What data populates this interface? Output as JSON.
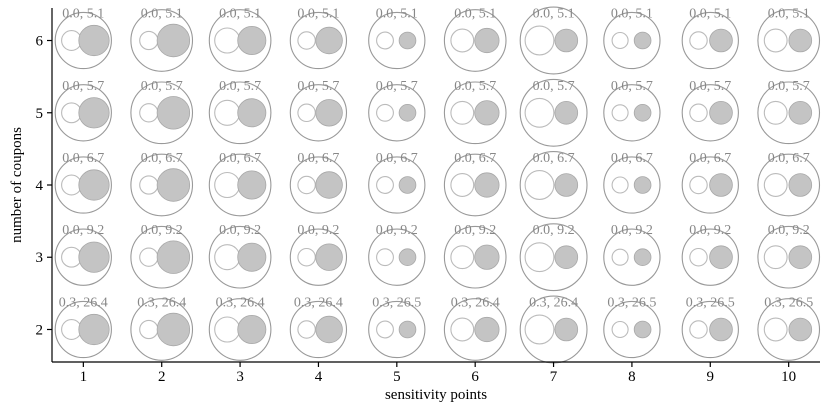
{
  "colors": {
    "outer_stroke": "#999999",
    "inner_empty_stroke": "#bbbbbb",
    "inner_filled": "#c4c4c4",
    "inner_filled_stroke": "#a8a8a8",
    "label": "#888888"
  },
  "chart_data": {
    "type": "scatter",
    "xlabel": "sensitivity points",
    "ylabel": "number of coupons",
    "x": [
      1,
      2,
      3,
      4,
      5,
      6,
      7,
      8,
      9,
      10
    ],
    "y": [
      2,
      3,
      4,
      5,
      6
    ],
    "xlim": [
      0.6,
      10.4
    ],
    "ylim": [
      1.55,
      6.45
    ],
    "grid": false,
    "relative_sizes": {
      "outer_radius": [
        0.74,
        0.81,
        0.81,
        0.74,
        0.74,
        0.81,
        0.88,
        0.74,
        0.74,
        0.81
      ],
      "empty_circle_radius": [
        0.26,
        0.24,
        0.33,
        0.23,
        0.22,
        0.3,
        0.38,
        0.21,
        0.23,
        0.3
      ],
      "filled_circle_radius": [
        0.4,
        0.43,
        0.37,
        0.35,
        0.22,
        0.32,
        0.3,
        0.22,
        0.3,
        0.3
      ]
    },
    "rows": [
      {
        "y": 6,
        "labels": [
          "0.0, 5.1",
          "0.0, 5.1",
          "0.0, 5.1",
          "0.0, 5.1",
          "0.0, 5.1",
          "0.0, 5.1",
          "0.0, 5.1",
          "0.0, 5.1",
          "0.0, 5.1",
          "0.0, 5.1"
        ]
      },
      {
        "y": 5,
        "labels": [
          "0.0, 5.7",
          "0.0, 5.7",
          "0.0, 5.7",
          "0.0, 5.7",
          "0.0, 5.7",
          "0.0, 5.7",
          "0.0, 5.7",
          "0.0, 5.7",
          "0.0, 5.7",
          "0.0, 5.7"
        ]
      },
      {
        "y": 4,
        "labels": [
          "0.0, 6.7",
          "0.0, 6.7",
          "0.0, 6.7",
          "0.0, 6.7",
          "0.0, 6.7",
          "0.0, 6.7",
          "0.0, 6.7",
          "0.0, 6.7",
          "0.0, 6.7",
          "0.0, 6.7"
        ]
      },
      {
        "y": 3,
        "labels": [
          "0.0, 9.2",
          "0.0, 9.2",
          "0.0, 9.2",
          "0.0, 9.2",
          "0.0, 9.2",
          "0.0, 9.2",
          "0.0, 9.2",
          "0.0, 9.2",
          "0.0, 9.2",
          "0.0, 9.2"
        ]
      },
      {
        "y": 2,
        "labels": [
          "0.3, 26.4",
          "0.3, 26.4",
          "0.3, 26.4",
          "0.3, 26.4",
          "0.3, 26.5",
          "0.3, 26.4",
          "0.3, 26.4",
          "0.3, 26.5",
          "0.3, 26.5",
          "0.3, 26.5"
        ]
      }
    ]
  }
}
